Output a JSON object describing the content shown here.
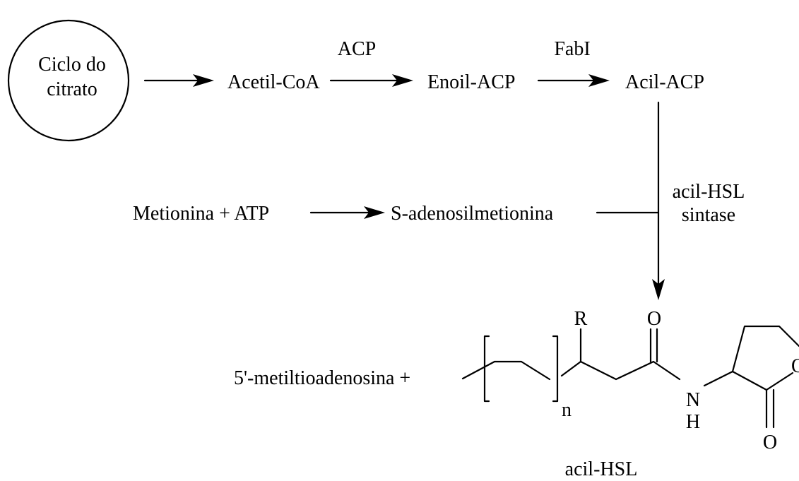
{
  "pathway": {
    "cycle_label_line1": "Ciclo do",
    "cycle_label_line2": "citrato",
    "acetyl_coa": "Acetil-CoA",
    "acp": "ACP",
    "enoyl_acp": "Enoil-ACP",
    "fabi": "FabI",
    "acyl_acp": "Acil-ACP",
    "methionine_atp": "Metionina + ATP",
    "sam": "S-adenosilmetionina",
    "enzyme_line1": "acil-HSL",
    "enzyme_line2": "sintase",
    "mta_plus": "5'-metiltioadenosina +"
  },
  "structure": {
    "r_group": "R",
    "carbonyl_o": "O",
    "nitrogen": "N",
    "hydrogen": "H",
    "ring_o": "O",
    "lactone_o": "O",
    "repeat_n": "n",
    "name": "acil-HSL"
  }
}
